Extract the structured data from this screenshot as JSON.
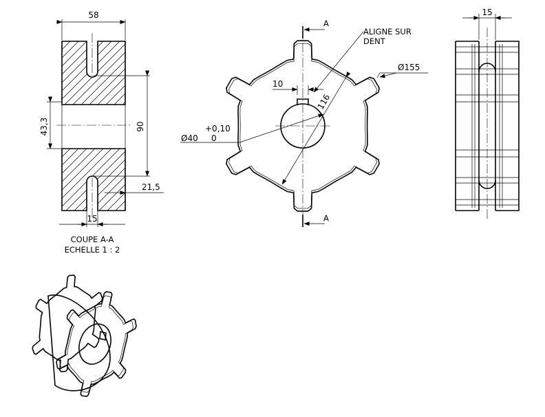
{
  "section": {
    "dims": {
      "width": "58",
      "height": "90",
      "bore": "43,3",
      "groove_width": "15",
      "groove_offset": "21,5"
    },
    "caption": {
      "title": "COUPE A-A",
      "scale": "ECHELLE 1 : 2"
    }
  },
  "front": {
    "cut_marks": [
      "A",
      "A"
    ],
    "note": [
      "ALIGNE SUR",
      "DENT"
    ],
    "dims": {
      "outer_dia": "Ø155",
      "keyway": "10",
      "pitch": "116",
      "bore_dia": "Ø40",
      "tol_upper": "+0,10",
      "tol_lower": "0"
    }
  },
  "side": {
    "dims": {
      "groove_width": "15"
    }
  },
  "iso": {
    "label": ""
  }
}
